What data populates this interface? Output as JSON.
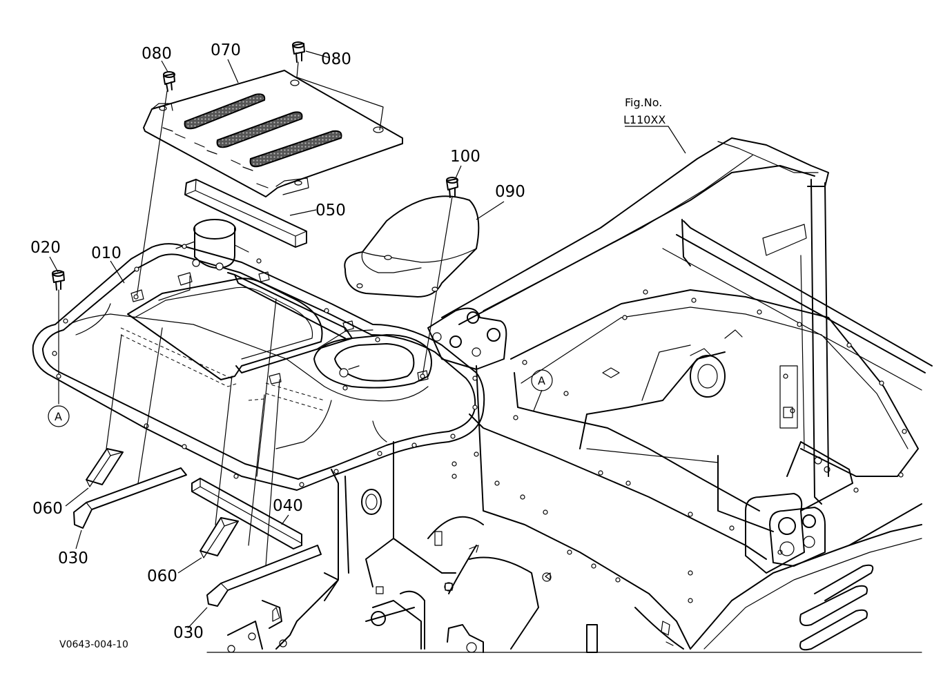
{
  "figure": {
    "fig_label": "Fig.No.",
    "fig_number": "L110XX",
    "drawing_code": "V0643-004-10",
    "reference_mark": "A"
  },
  "callouts": {
    "p080_left": "080",
    "p070": "070",
    "p080_right": "080",
    "p050": "050",
    "p100": "100",
    "p090": "090",
    "p020": "020",
    "p010": "010",
    "p060_left": "060",
    "p030_left": "030",
    "p040": "040",
    "p060_mid": "060",
    "p030_bottom": "030"
  }
}
